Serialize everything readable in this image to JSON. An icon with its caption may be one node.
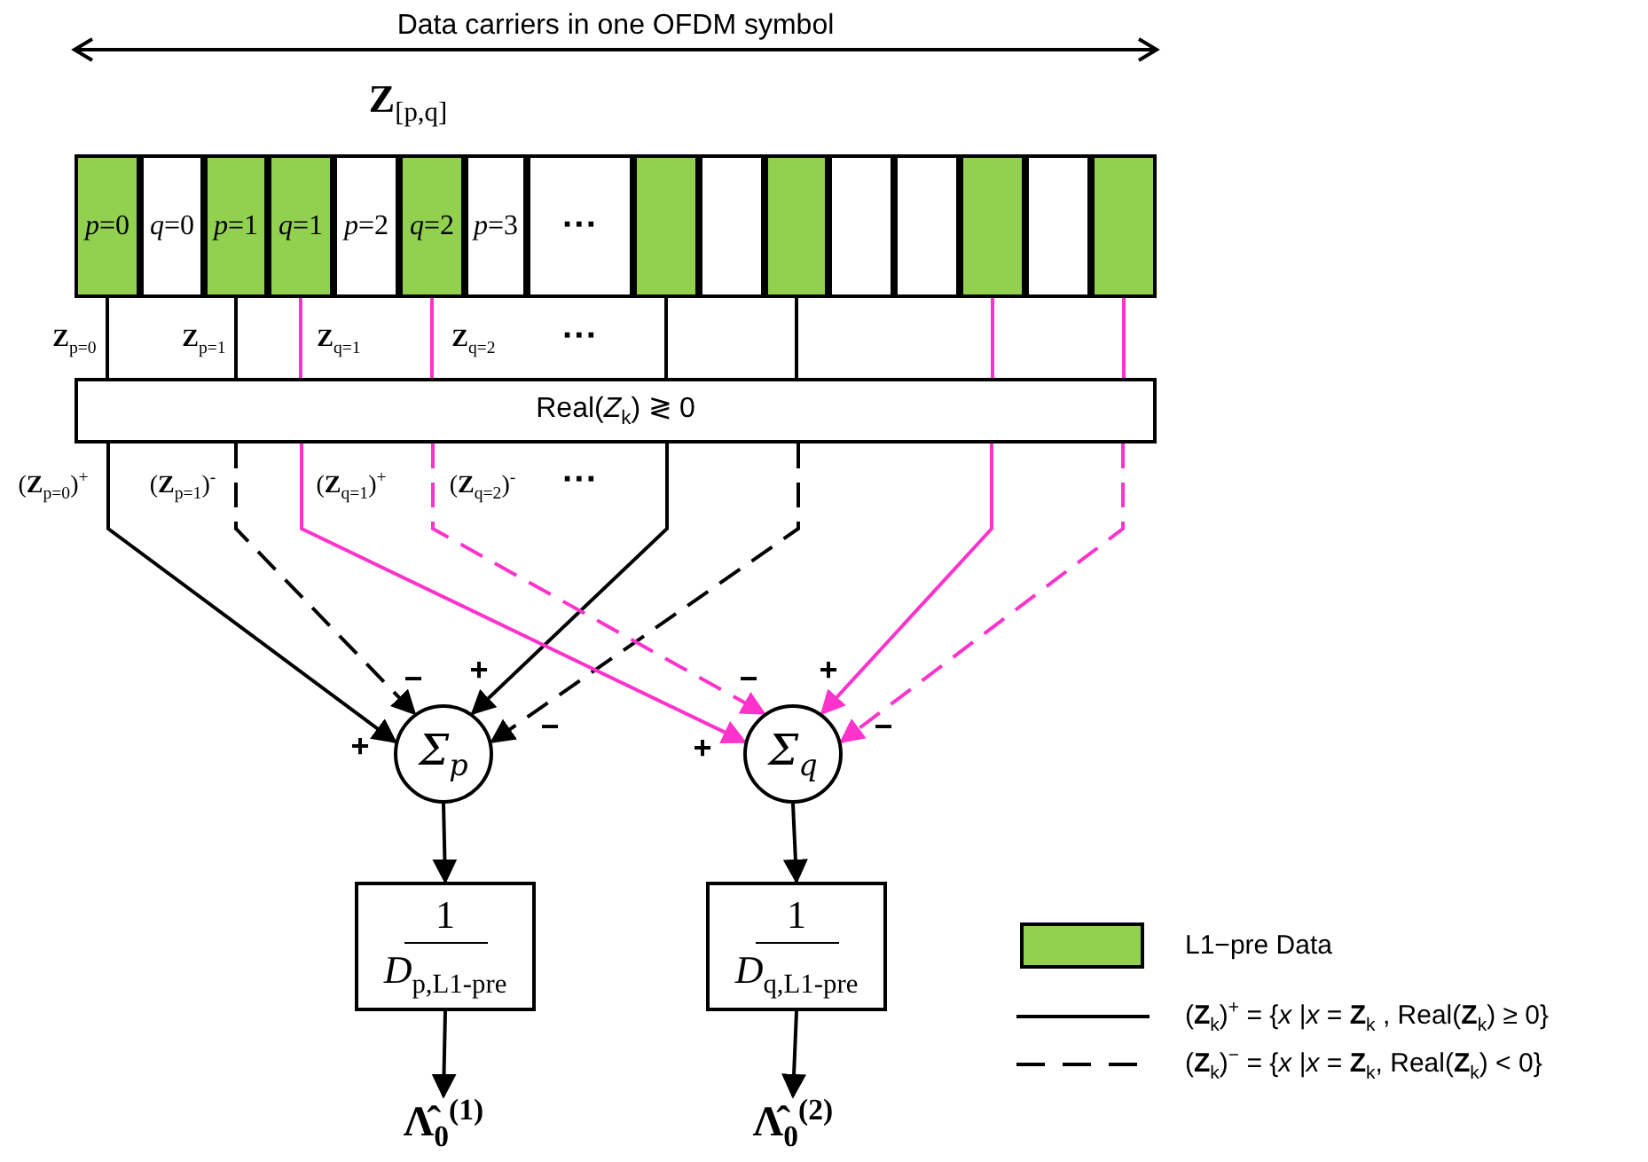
{
  "diagram": {
    "nodes": [
      {
        "text": [
          "*p*=0"
        ]
      },
      {
        "text": [
          "*q*=0"
        ]
      },
      {
        "text": [
          "*p*=1"
        ]
      },
      {
        "text": [
          "*q*=1"
        ]
      },
      {
        "text": [
          "*p*=2"
        ]
      },
      {
        "text": [
          "*q*=2"
        ]
      },
      {
        "text": [
          "*p*=3"
        ]
      },
      {
        "text": [
          "···"
        ]
      },
      {
        "text": [],
        "shape": "box"
      },
      {
        "text": [],
        "shape": "box"
      },
      {
        "text": [],
        "shape": "box"
      },
      {
        "text": [],
        "shape": "box"
      },
      {
        "text": [],
        "shape": "box"
      },
      {
        "text": [],
        "shape": "box"
      },
      {
        "text": [],
        "shape": "box"
      },
      {
        "text": [],
        "shape": "box"
      },
      {
        "text": [
          "Real(*Z*$_{k}$) ≷ 0"
        ]
      },
      {
        "text": [
          "Σ$_{p}$"
        ]
      },
      {
        "text": [
          "Σ$_{q}$"
        ]
      },
      {
        "text": [
          "1",
          "*D*$_{p,L1-pre}$"
        ]
      },
      {
        "text": [
          "1",
          "*D*$_{q,L1-pre}$"
        ]
      },
      {
        "text": [
          "Λ̂$_{0}$$^{(1)}$"
        ]
      },
      {
        "text": [
          "Λ̂$_{0}$$^{(2)}$"
        ]
      }
    ],
    "edges": [
      {
        "from": 0,
        "to": 16,
        "arrow": "none"
      },
      {
        "from": 2,
        "to": 16,
        "arrow": "none"
      },
      {
        "from": 3,
        "to": 16,
        "arrow": "none",
        "color": "#ff33cc"
      },
      {
        "from": 5,
        "to": 16,
        "arrow": "none",
        "color": "#ff33cc"
      },
      {
        "from": 8,
        "to": 16,
        "arrow": "none"
      },
      {
        "from": 10,
        "to": 16,
        "arrow": "none"
      },
      {
        "from": 13,
        "to": 16,
        "arrow": "none",
        "color": "#ff33cc"
      },
      {
        "from": 15,
        "to": 16,
        "arrow": "none",
        "color": "#ff33cc"
      },
      {
        "from": 16,
        "to": 17,
        "arrow": "to"
      },
      {
        "from": 16,
        "to": 17,
        "arrow": "to",
        "style": "dashed"
      },
      {
        "from": 16,
        "to": 17,
        "arrow": "to"
      },
      {
        "from": 16,
        "to": 17,
        "arrow": "to",
        "style": "dashed"
      },
      {
        "from": 16,
        "to": 18,
        "arrow": "to",
        "color": "#ff33cc"
      },
      {
        "from": 16,
        "to": 18,
        "arrow": "to",
        "style": "dashed",
        "color": "#ff33cc"
      },
      {
        "from": 16,
        "to": 18,
        "arrow": "to",
        "color": "#ff33cc"
      },
      {
        "from": 16,
        "to": 18,
        "arrow": "to",
        "style": "dashed",
        "color": "#ff33cc"
      },
      {
        "from": 17,
        "to": 19,
        "arrow": "to"
      },
      {
        "from": 18,
        "to": 20,
        "arrow": "to"
      },
      {
        "from": 19,
        "to": 21,
        "arrow": "to"
      },
      {
        "from": 20,
        "to": 22,
        "arrow": "to"
      }
    ],
    "labels": [
      "Data carriers in one OFDM symbol",
      "**Z**$_{[p,q]}$",
      "**Z**$_{p=0}$",
      "**Z**$_{p=1}$",
      "**Z**$_{q=1}$",
      "**Z**$_{q=2}$",
      "···",
      "(**Z**$_{p=0}$)$^{+}$",
      "(**Z**$_{p=1}$)$^{-}$",
      "(**Z**$_{q=1}$)$^{+}$",
      "(**Z**$_{q=2}$)$^{-}$",
      "···",
      "−",
      "+",
      "+",
      "−",
      "−",
      "+",
      "+",
      "−"
    ],
    "legend": [
      {
        "text": "L1−pre Data",
        "color": "#92d050"
      },
      {
        "text": "(**Z**$_{k}$)$^{+}$ = {*x* |*x* = **Z**$_{k}$ , Real(**Z**$_{k}$) ≥ 0}"
      },
      {
        "text": "(**Z**$_{k}$)$^{−}$ = {*x* |*x* = **Z**$_{k}$, Real(**Z**$_{k}$) < 0}"
      }
    ]
  }
}
